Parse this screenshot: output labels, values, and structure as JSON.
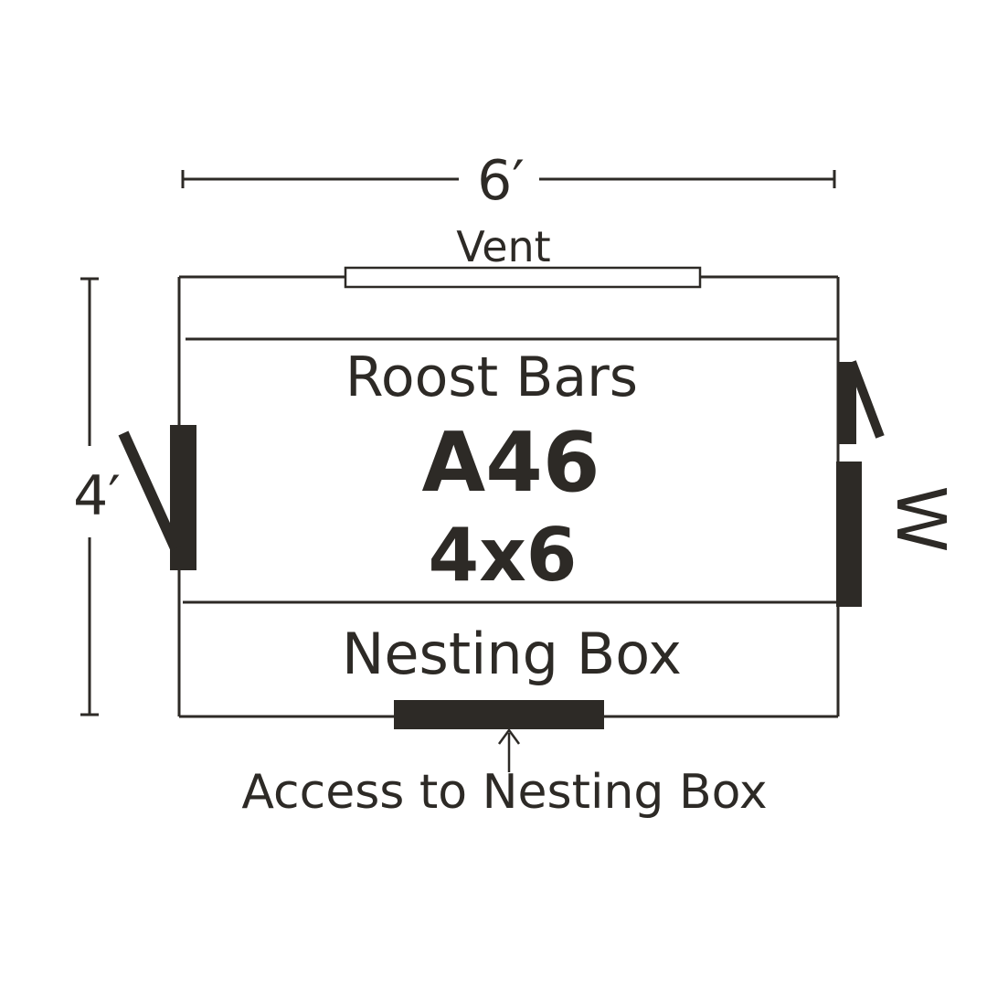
{
  "dimensions": {
    "width_label": "6′",
    "depth_label": "4′"
  },
  "labels": {
    "vent": "Vent",
    "roost_bars": "Roost Bars",
    "model": "A46",
    "size": "4x6",
    "nesting_box": "Nesting Box",
    "access": "Access to Nesting Box",
    "window_marker": "W"
  },
  "colors": {
    "ink": "#2d2a26",
    "background": "#ffffff"
  }
}
